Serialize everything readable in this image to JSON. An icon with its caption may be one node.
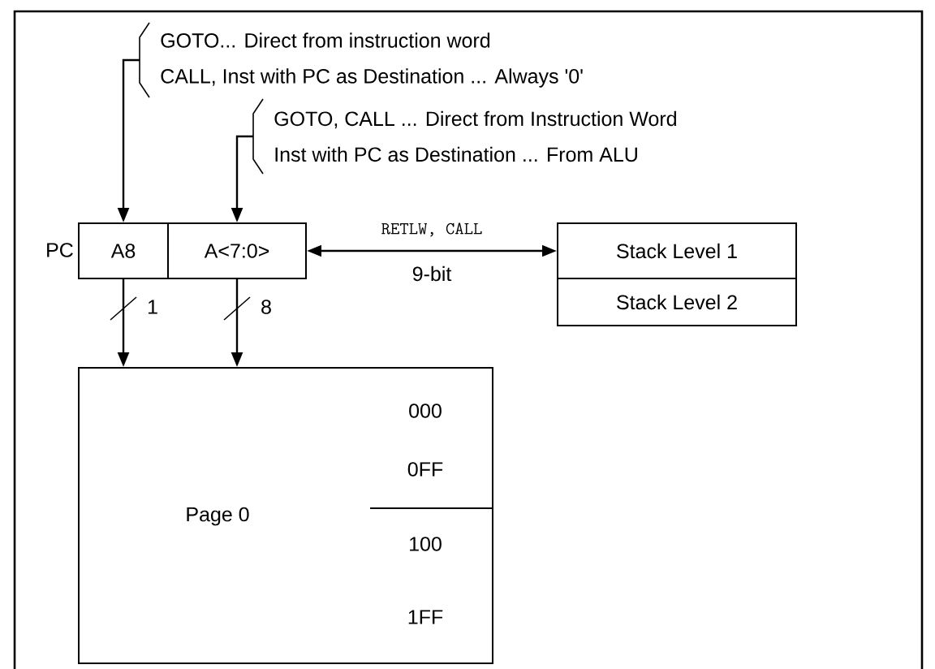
{
  "diagram": {
    "nodes": [
      {
        "text": [
          "GOTO... Direct from instruction word",
          "CALL, Inst with PC as Destination ... Always '0'"
        ]
      },
      {
        "text": [
          "GOTO, CALL ... Direct from Instruction Word",
          "Inst with PC as Destination ... From ALU"
        ]
      },
      {
        "text": [
          "A8"
        ],
        "beside": [
          "PC"
        ]
      },
      {
        "text": [
          "A<7:0>"
        ]
      },
      {
        "text": [
          "Stack Level 1"
        ]
      },
      {
        "text": [
          "Stack Level 2"
        ]
      },
      {
        "text": [
          "Page 0",
          "000",
          "0FF",
          "100",
          "1FF"
        ]
      }
    ],
    "edges": [
      {
        "from": 0,
        "to": 2,
        "arrow": "to"
      },
      {
        "from": 1,
        "to": 3,
        "arrow": "to"
      },
      {
        "from": 3,
        "to": 4,
        "arrow": "both",
        "label": "RETLW, CALL"
      },
      {
        "from": 2,
        "to": 6,
        "arrow": "to",
        "label": "1"
      },
      {
        "from": 3,
        "to": 6,
        "arrow": "to",
        "label": "8"
      }
    ],
    "labels": [
      "9-bit"
    ]
  }
}
